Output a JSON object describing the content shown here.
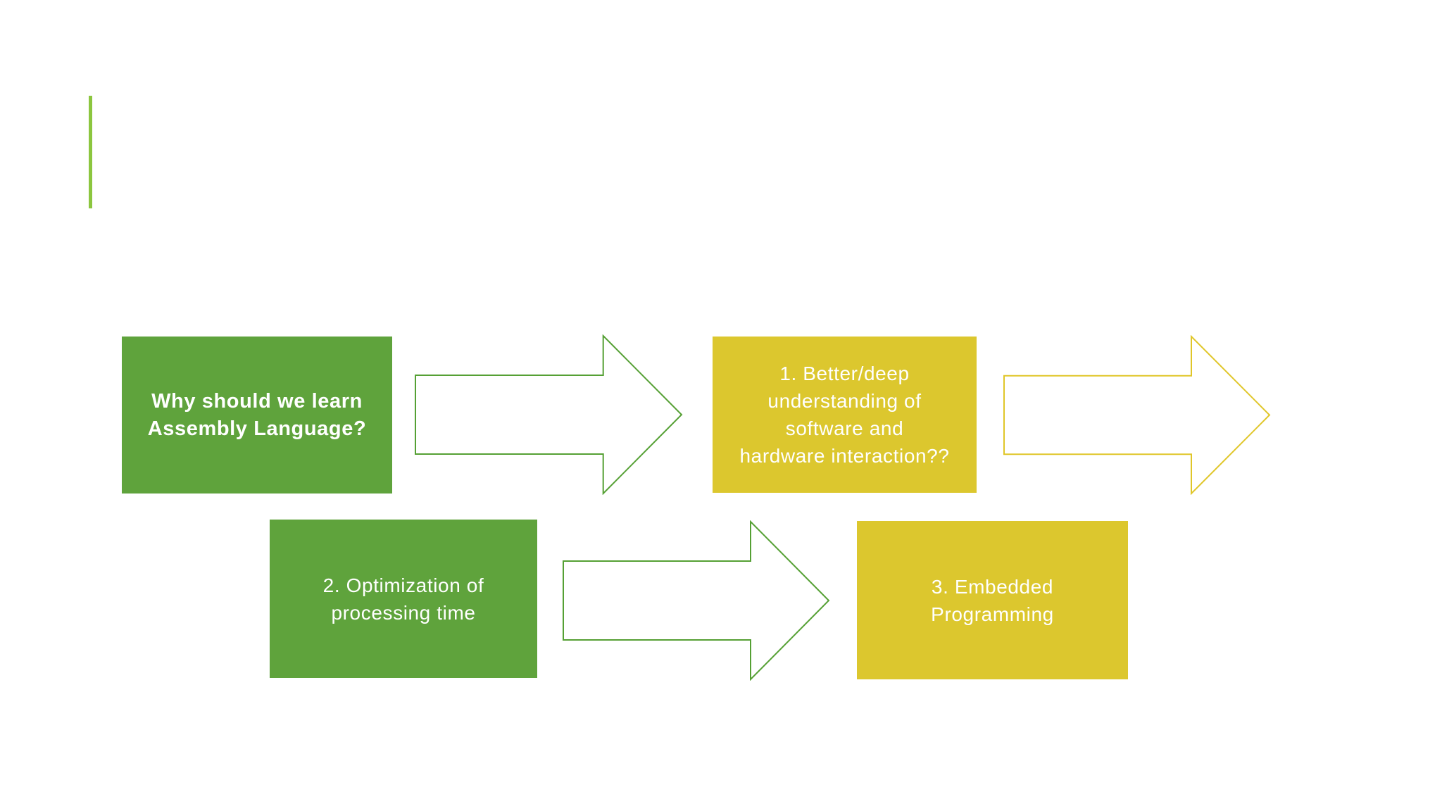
{
  "colors": {
    "slide_background": "#ffffff",
    "accent_line": "#8cc63f",
    "green_box": "#5fa33c",
    "yellow_box": "#dcc72e",
    "green_arrow": "#55a034",
    "yellow_arrow": "#e0c629",
    "box_text": "#ffffff"
  },
  "diagram": {
    "boxes": [
      {
        "role": "question",
        "lines": [
          "Why should we learn",
          "Assembly Language?"
        ]
      },
      {
        "role": "reason-1",
        "lines": [
          "1. Better/deep",
          "understanding of",
          "software and",
          "hardware interaction??"
        ]
      },
      {
        "role": "reason-2",
        "lines": [
          "2. Optimization of",
          "processing time"
        ]
      },
      {
        "role": "reason-3",
        "lines": [
          "3. Embedded",
          "Programming"
        ]
      }
    ]
  }
}
